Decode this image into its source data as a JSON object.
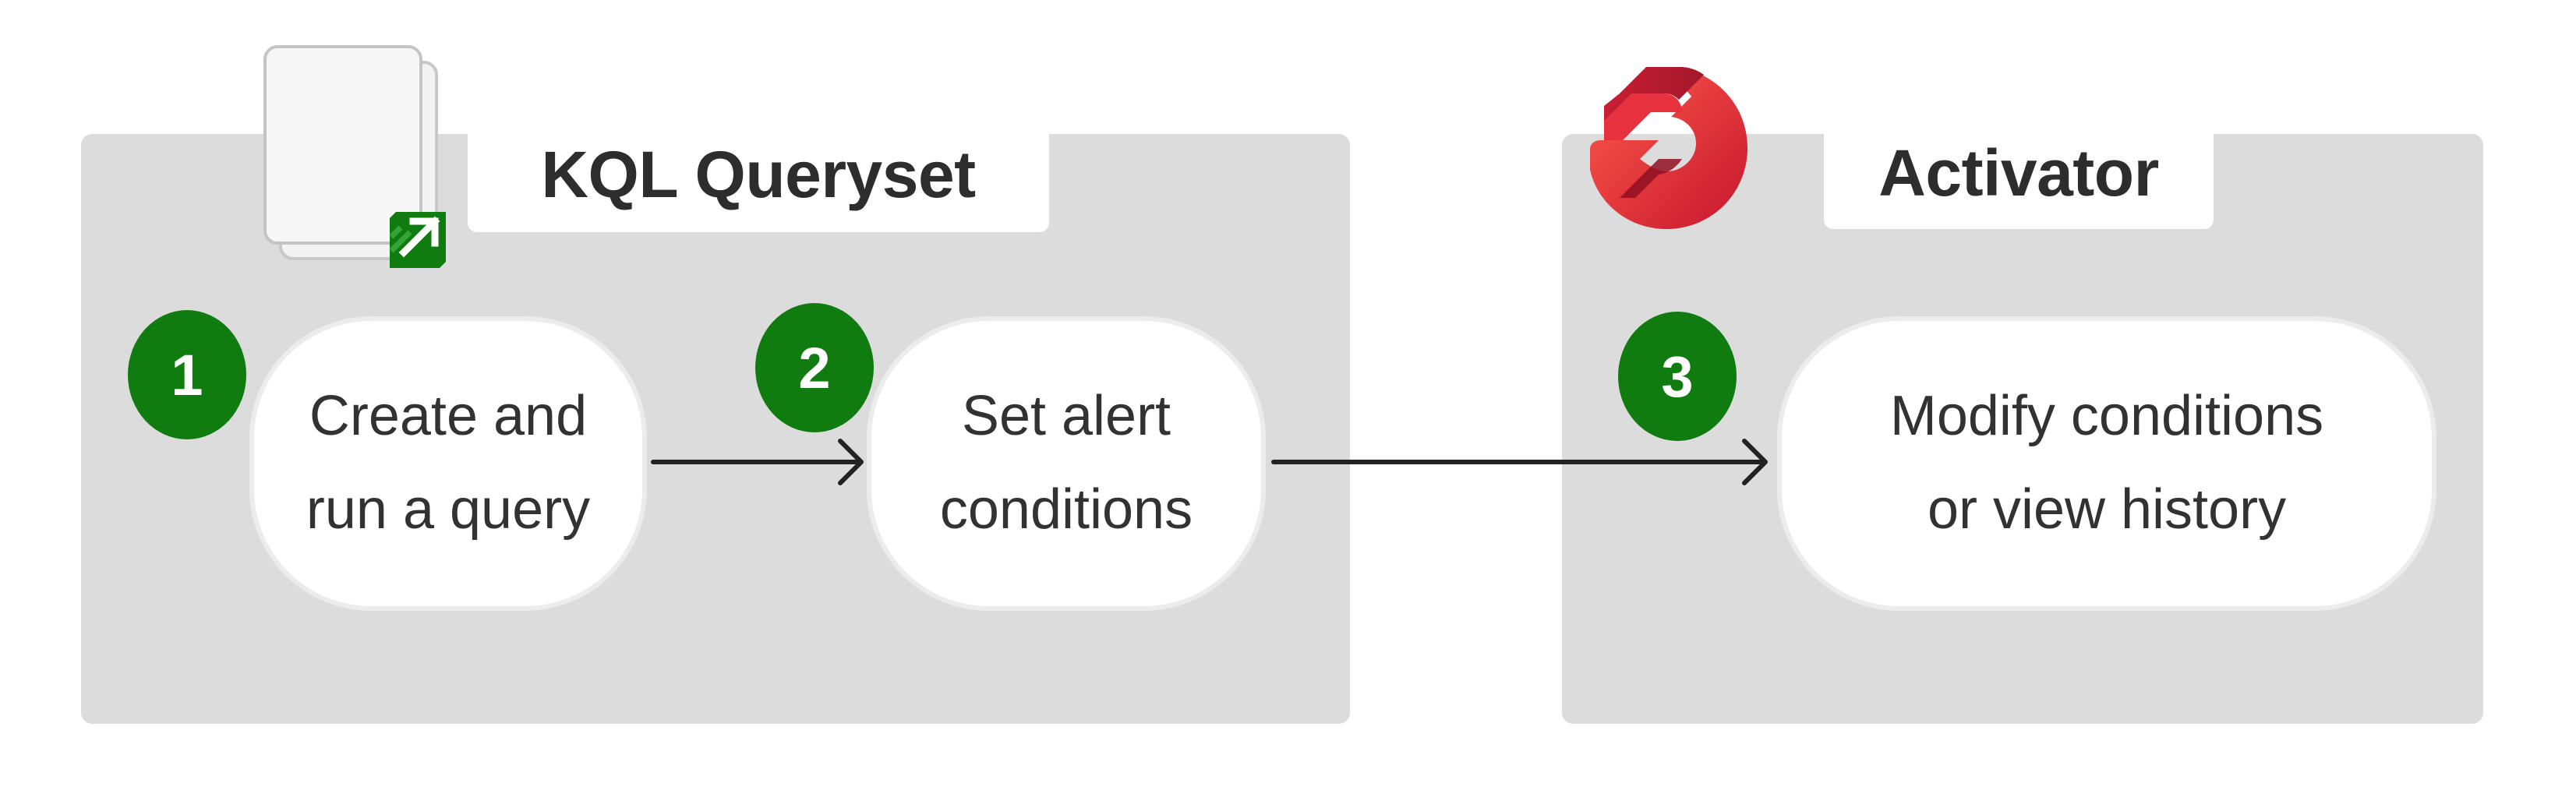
{
  "panels": {
    "left": {
      "title": "KQL Queryset"
    },
    "right": {
      "title": "Activator"
    }
  },
  "steps": [
    {
      "number": "1",
      "line1": "Create and",
      "line2": "run a query"
    },
    {
      "number": "2",
      "line1": "Set alert",
      "line2": "conditions"
    },
    {
      "number": "3",
      "line1": "Modify conditions",
      "line2": "or view history"
    }
  ],
  "icons": {
    "kql": "kql-queryset-icon",
    "activator": "activator-logo-icon",
    "arrow": "arrow-right-icon"
  },
  "colors": {
    "panel_bg": "#dcdcdc",
    "badge_green": "#107c10",
    "text_dark": "#2d2d2d",
    "arrow": "#222222"
  }
}
